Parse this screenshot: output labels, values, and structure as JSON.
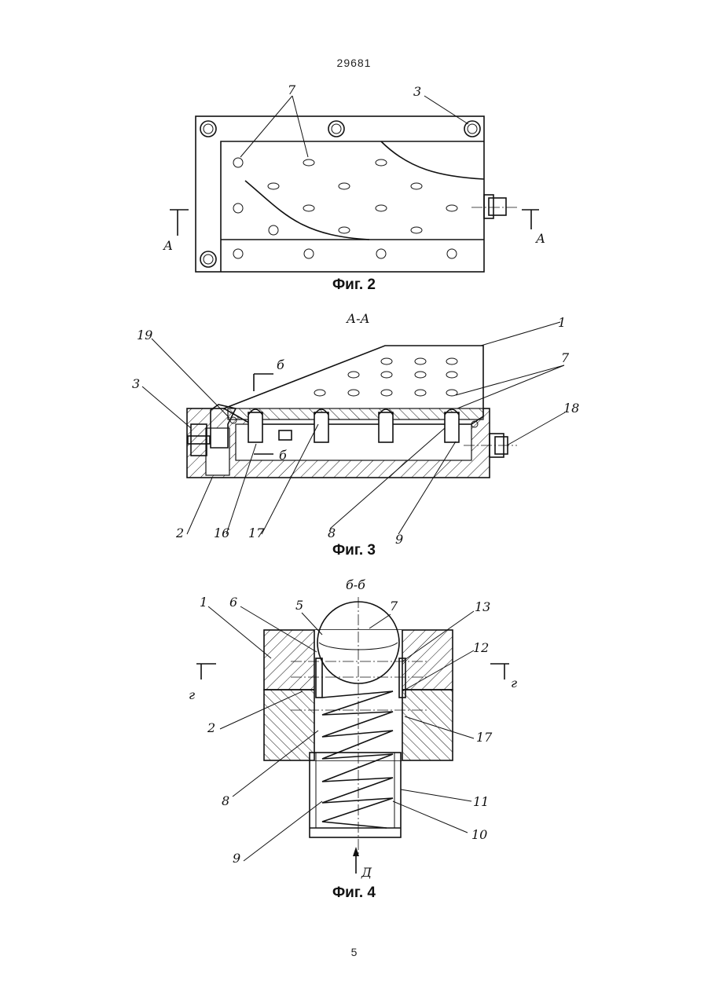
{
  "document": {
    "number": "29681",
    "page": "5"
  },
  "figures": {
    "fig2": {
      "caption": "Фиг. 2",
      "labels": {
        "l7": "7",
        "l3": "3",
        "secA_left": "А",
        "secA_right": "А"
      }
    },
    "fig3": {
      "caption": "Фиг. 3",
      "section_title": "А-А",
      "labels": {
        "l1": "1",
        "l7": "7",
        "l19": "19",
        "l3": "3",
        "l18": "18",
        "l2": "2",
        "l16": "16",
        "l17": "17",
        "l8": "8",
        "l9": "9",
        "secB_top": "б",
        "secB_bot": "б"
      }
    },
    "fig4": {
      "caption": "Фиг. 4",
      "section_title": "б-б",
      "labels": {
        "l1": "1",
        "l6": "6",
        "l5": "5",
        "l7": "7",
        "l13": "13",
        "l12": "12",
        "l2": "2",
        "l17": "17",
        "l8": "8",
        "l11": "11",
        "l9": "9",
        "l10": "10",
        "secG_left": "г",
        "secG_right": "г",
        "viewD": "Д"
      }
    }
  }
}
